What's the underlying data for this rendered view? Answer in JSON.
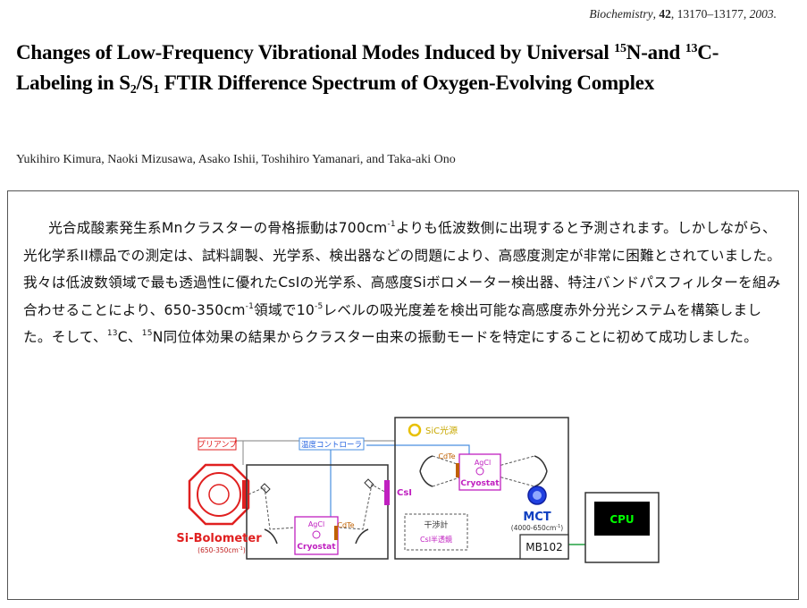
{
  "citation": {
    "journal": "Biochemistry",
    "volume": "42",
    "pages": "13170–13177,",
    "year": "2003."
  },
  "title": {
    "part1": "Changes of Low-Frequency Vibrational Modes Induced by Universal ",
    "sup1": "15",
    "part2": "N-and ",
    "sup2": "13",
    "part3": "C-Labeling in S",
    "sub1": "2",
    "part4": "/S",
    "sub2": "1",
    "part5": " FTIR Difference Spectrum of Oxygen-Evolving Complex"
  },
  "authors": "Yukihiro Kimura, Naoki Mizusawa, Asako Ishii, Toshihiro  Yamanari,  and Taka-aki Ono",
  "paragraph": {
    "t1": "光合成酸素発生系Mnクラスターの骨格振動は700cm",
    "s1": "-1",
    "t2": "よりも低波数側に出現すると予測されます。しかしながら、光化学系II標品での測定は、試料調製、光学系、検出器などの問題により、高感度測定が非常に困難とされていました。我々は低波数領域で最も透過性に優れたCsIの光学系、高感度Siボロメーター検出器、特注バンドパスフィルターを組み合わせることにより、650-350cm",
    "s2": "-1",
    "t3": "領域で10",
    "s3": "-5",
    "t4": "レベルの吸光度差を検出可能な高感度赤外分光システムを構築しました。そして、",
    "s4": "13",
    "t5": "C、",
    "s5": "15",
    "t6": "N同位体効果の結果からクラスター由来の振動モードを特定にすることに初めて成功しました。"
  },
  "diagram": {
    "preamp": "プリアンプ",
    "temp_controller": "温度コントローラ",
    "sic_source": "SiC光源",
    "cdte": "CdTe",
    "agcl": "AgCl",
    "cryostat": "Cryostat",
    "csi": "CsI",
    "interferometer": "干渉計",
    "csi_beamsplitter": "CsI半透鏡",
    "mct": "MCT",
    "mct_range": "(4000-650cm",
    "mct_range_sup": "-1",
    "mct_range_end": ")",
    "si_bolometer": "Si-Bolometer",
    "bolo_range": "(650-350cm",
    "bolo_range_sup": "-1",
    "bolo_range_end": ")",
    "mb102": "MB102",
    "cpu": "CPU",
    "colors": {
      "red": "#e02020",
      "magenta": "#c020c0",
      "blue": "#2060e0",
      "green": "#20a040",
      "cpu_text": "#00ff00"
    }
  }
}
